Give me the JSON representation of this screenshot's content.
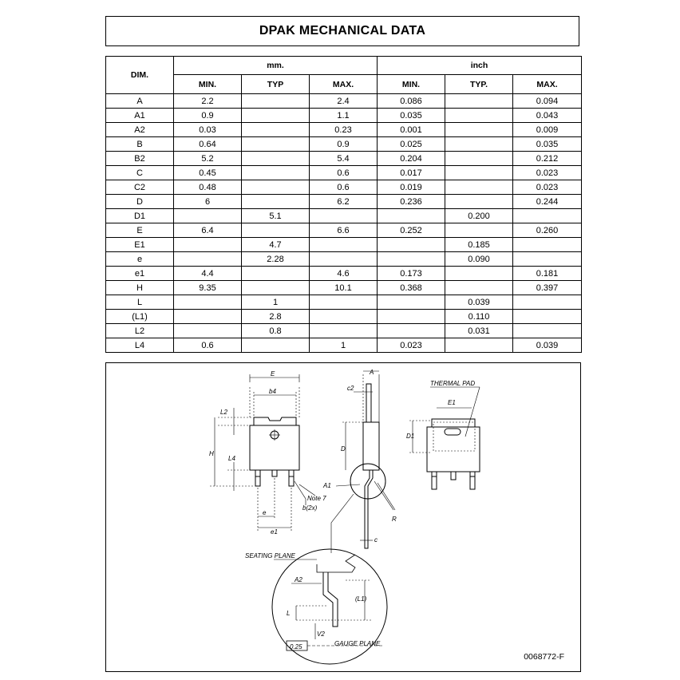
{
  "title": "DPAK MECHANICAL DATA",
  "table": {
    "dim_header": "DIM.",
    "group_mm": "mm.",
    "group_inch": "inch",
    "sub_headers": [
      "MIN.",
      "TYP",
      "MAX.",
      "MIN.",
      "TYP.",
      "MAX."
    ],
    "rows": [
      {
        "dim": "A",
        "mm_min": "2.2",
        "mm_typ": "",
        "mm_max": "2.4",
        "in_min": "0.086",
        "in_typ": "",
        "in_max": "0.094"
      },
      {
        "dim": "A1",
        "mm_min": "0.9",
        "mm_typ": "",
        "mm_max": "1.1",
        "in_min": "0.035",
        "in_typ": "",
        "in_max": "0.043"
      },
      {
        "dim": "A2",
        "mm_min": "0.03",
        "mm_typ": "",
        "mm_max": "0.23",
        "in_min": "0.001",
        "in_typ": "",
        "in_max": "0.009"
      },
      {
        "dim": "B",
        "mm_min": "0.64",
        "mm_typ": "",
        "mm_max": "0.9",
        "in_min": "0.025",
        "in_typ": "",
        "in_max": "0.035"
      },
      {
        "dim": "B2",
        "mm_min": "5.2",
        "mm_typ": "",
        "mm_max": "5.4",
        "in_min": "0.204",
        "in_typ": "",
        "in_max": "0.212"
      },
      {
        "dim": "C",
        "mm_min": "0.45",
        "mm_typ": "",
        "mm_max": "0.6",
        "in_min": "0.017",
        "in_typ": "",
        "in_max": "0.023"
      },
      {
        "dim": "C2",
        "mm_min": "0.48",
        "mm_typ": "",
        "mm_max": "0.6",
        "in_min": "0.019",
        "in_typ": "",
        "in_max": "0.023"
      },
      {
        "dim": "D",
        "mm_min": "6",
        "mm_typ": "",
        "mm_max": "6.2",
        "in_min": "0.236",
        "in_typ": "",
        "in_max": "0.244"
      },
      {
        "dim": "D1",
        "mm_min": "",
        "mm_typ": "5.1",
        "mm_max": "",
        "in_min": "",
        "in_typ": "0.200",
        "in_max": ""
      },
      {
        "dim": "E",
        "mm_min": "6.4",
        "mm_typ": "",
        "mm_max": "6.6",
        "in_min": "0.252",
        "in_typ": "",
        "in_max": "0.260"
      },
      {
        "dim": "E1",
        "mm_min": "",
        "mm_typ": "4.7",
        "mm_max": "",
        "in_min": "",
        "in_typ": "0.185",
        "in_max": ""
      },
      {
        "dim": "e",
        "mm_min": "",
        "mm_typ": "2.28",
        "mm_max": "",
        "in_min": "",
        "in_typ": "0.090",
        "in_max": ""
      },
      {
        "dim": "e1",
        "mm_min": "4.4",
        "mm_typ": "",
        "mm_max": "4.6",
        "in_min": "0.173",
        "in_typ": "",
        "in_max": "0.181"
      },
      {
        "dim": "H",
        "mm_min": "9.35",
        "mm_typ": "",
        "mm_max": "10.1",
        "in_min": "0.368",
        "in_typ": "",
        "in_max": "0.397"
      },
      {
        "dim": "L",
        "mm_min": "",
        "mm_typ": "1",
        "mm_max": "",
        "in_min": "",
        "in_typ": "0.039",
        "in_max": ""
      },
      {
        "dim": "(L1)",
        "mm_min": "",
        "mm_typ": "2.8",
        "mm_max": "",
        "in_min": "",
        "in_typ": "0.110",
        "in_max": ""
      },
      {
        "dim": "L2",
        "mm_min": "",
        "mm_typ": "0.8",
        "mm_max": "",
        "in_min": "",
        "in_typ": "0.031",
        "in_max": ""
      },
      {
        "dim": "L4",
        "mm_min": "0.6",
        "mm_typ": "",
        "mm_max": "1",
        "in_min": "0.023",
        "in_typ": "",
        "in_max": "0.039"
      }
    ]
  },
  "drawing": {
    "labels": {
      "E": "E",
      "b4": "b4",
      "L2": "L2",
      "H": "H",
      "L4": "L4",
      "e": "e",
      "e1": "e1",
      "note7": "Note 7",
      "b2x": "b(2x)",
      "A": "A",
      "c2": "c2",
      "D": "D",
      "A1": "A1",
      "R": "R",
      "c": "c",
      "thermal_pad": "THERMAL PAD",
      "E1": "E1",
      "D1": "D1",
      "seating_plane": "SEATING PLANE",
      "A2": "A2",
      "L": "L",
      "L1": "(L1)",
      "V2": "V2",
      "gauge_value": "0.25",
      "gauge_plane": "GAUGE PLANE"
    },
    "code": "0068772-F"
  }
}
